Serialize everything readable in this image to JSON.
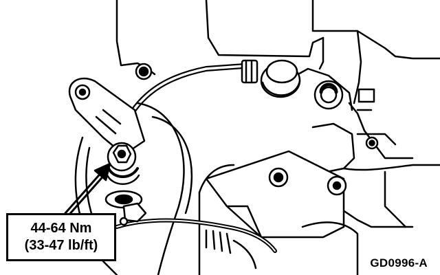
{
  "callout": {
    "torque_metric": "44-64 Nm",
    "torque_imperial": "(33-47 lb/ft)"
  },
  "figure_id": "GD0996-A",
  "colors": {
    "ink": "#000000",
    "paper": "#ffffff"
  }
}
